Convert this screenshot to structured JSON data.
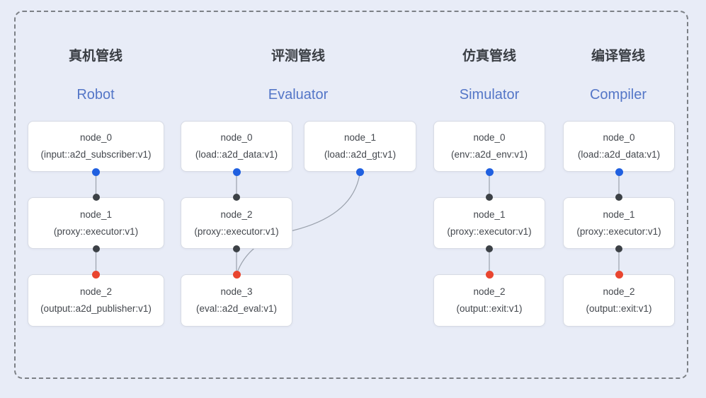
{
  "pipelines": [
    {
      "title_zh": "真机管线",
      "title_en": "Robot",
      "nodes": [
        {
          "name": "node_0",
          "type": "(input::a2d_subscriber:v1)"
        },
        {
          "name": "node_1",
          "type": "(proxy::executor:v1)"
        },
        {
          "name": "node_2",
          "type": "(output::a2d_publisher:v1)"
        }
      ]
    },
    {
      "title_zh": "评测管线",
      "title_en": "Evaluator",
      "nodes": [
        {
          "name": "node_0",
          "type": "(load::a2d_data:v1)"
        },
        {
          "name": "node_1",
          "type": "(load::a2d_gt:v1)"
        },
        {
          "name": "node_2",
          "type": "(proxy::executor:v1)"
        },
        {
          "name": "node_3",
          "type": "(eval::a2d_eval:v1)"
        }
      ]
    },
    {
      "title_zh": "仿真管线",
      "title_en": "Simulator",
      "nodes": [
        {
          "name": "node_0",
          "type": "(env::a2d_env:v1)"
        },
        {
          "name": "node_1",
          "type": "(proxy::executor:v1)"
        },
        {
          "name": "node_2",
          "type": "(output::exit:v1)"
        }
      ]
    },
    {
      "title_zh": "编译管线",
      "title_en": "Compiler",
      "nodes": [
        {
          "name": "node_0",
          "type": "(load::a2d_data:v1)"
        },
        {
          "name": "node_1",
          "type": "(proxy::executor:v1)"
        },
        {
          "name": "node_2",
          "type": "(output::exit:v1)"
        }
      ]
    }
  ],
  "colors": {
    "background": "#e8ecf7",
    "node_fill": "#ffffff",
    "node_border": "#d7dbe4",
    "node_text": "#43474d",
    "title_zh": "#3a3e44",
    "title_en": "#5476c7",
    "port_blue": "#2060e0",
    "port_black": "#3c4146",
    "port_red": "#e9452f",
    "edge": "#9aa1ac",
    "dashed_border": "#7c8086"
  }
}
